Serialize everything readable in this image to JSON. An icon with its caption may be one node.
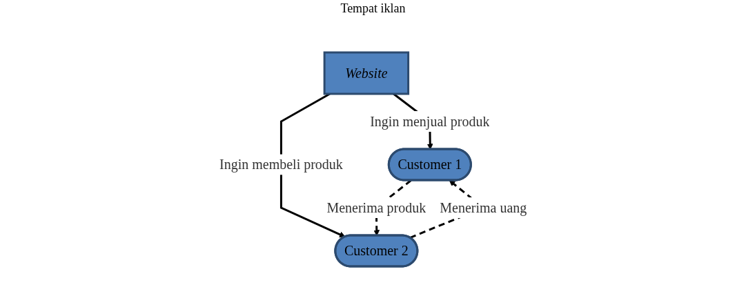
{
  "diagram": {
    "nodes": [
      {
        "text": [
          "Website"
        ],
        "beside": [
          "Tempat iklan"
        ]
      },
      {
        "text": [
          "Customer 1"
        ]
      },
      {
        "text": [
          "Customer 2"
        ]
      }
    ],
    "edges": [
      {
        "from": 0,
        "to": 1,
        "arrow": "to",
        "label": "Ingin menjual produk"
      },
      {
        "from": 0,
        "to": 2,
        "arrow": "to",
        "label": "Ingin membeli produk"
      },
      {
        "from": 1,
        "to": 2,
        "arrow": "to",
        "label": "Menerima produk",
        "style": "dashed"
      },
      {
        "from": 2,
        "to": 1,
        "arrow": "to",
        "label": "Menerima uang",
        "style": "dashed"
      }
    ]
  }
}
